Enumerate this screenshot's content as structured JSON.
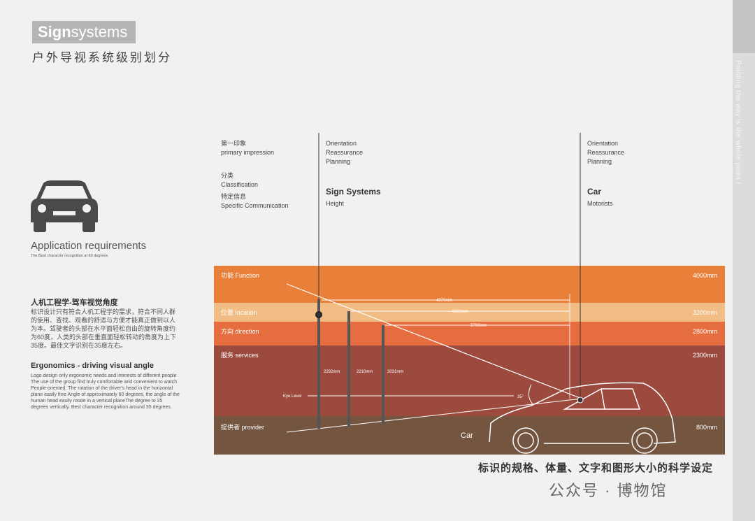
{
  "header": {
    "brand_bold": "Sign",
    "brand_rest": "systems",
    "subtitle": "户外导视系统级别划分"
  },
  "sidebar": {
    "text": "Pointing the way is the whole point !"
  },
  "left": {
    "app_title": "Application requirements",
    "app_sub": "The Best character recognition at 60 degrees.",
    "cn_title": "人机工程学-驾车视觉角度",
    "cn_body": "标识设计只有符合人机工程学的需求，符合不同人群的使用、查找、观看的舒适与方便才能真正做到以人为本。驾驶者的头部在水平面轻松自由的旋转角度约为60度，人类的头部在垂直面轻松转动的角度为上下35度。最佳文字识别在35度左右。",
    "en_title": "Ergonomics - driving visual angle",
    "en_body": "Logo design only ergonomic needs and interests of different people The use of the group find truly comfortable and convenient to watch People-oriented. The rotation of the driver's head in the horizontal plane easily free Angle of approximately 60 degrees, the angle of the human head easily rotate in a vertical planeThe degree to 35 degrees vertically. Best character recognition around 35 degrees."
  },
  "legend": {
    "col1": {
      "l1": "第一印象",
      "l2": "primary impression",
      "l3": "分类",
      "l4": "Classification",
      "l5": "特定信息",
      "l6": "Specific Communication"
    },
    "col2": {
      "l1": "Orientation",
      "l2": "Reassurance",
      "l3": "Planning",
      "title": "Sign Systems",
      "sub": "Height"
    },
    "col3": {
      "l1": "Orientation",
      "l2": "Reassurance",
      "l3": "Planning",
      "title": "Car",
      "sub": "Motorists"
    }
  },
  "bands": [
    {
      "label": "功能  Function",
      "height": "4000mm",
      "color": "#E8803A"
    },
    {
      "label": "位置  location",
      "height": "3200mm",
      "color": "#F2BD85"
    },
    {
      "label": "方向  direction",
      "height": "2800mm",
      "color": "#E56D3F"
    },
    {
      "label": "服务  services",
      "height": "2300mm",
      "color": "#9B4A3D"
    },
    {
      "label": "提供者  provider",
      "height": "800mm",
      "color": "#735540"
    }
  ],
  "measures": {
    "d1": "4979mm",
    "d2": "4293mm",
    "d3": "3700mm",
    "h1": "2292mm",
    "h2": "2210mm",
    "h3": "3031mm",
    "eye": "Eye Level",
    "angle": "35°",
    "car": "Car"
  },
  "footer": {
    "title": "标识的规格、体量、文字和图形大小的科学设定",
    "watermark": "公众号 · 博物馆"
  }
}
